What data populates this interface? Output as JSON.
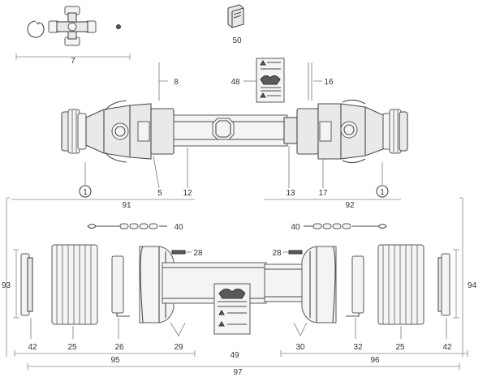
{
  "diagram": {
    "labels": {
      "cross_journal": "7",
      "manual": "50",
      "upper_guard_left": "8",
      "upper_guard_right": "16",
      "warning_decal": "48",
      "yoke_left": "5",
      "tube_outer": "12",
      "tube_inner": "13",
      "yoke_right": "17",
      "circled_left": "1",
      "circled_right": "1",
      "guard_half_left": "91",
      "guard_half_right": "92",
      "chain_left": "40",
      "chain_right": "40",
      "screw_left": "28",
      "screw_right": "28",
      "guard_height_left": "93",
      "guard_height_right": "94",
      "cone_ring_left": "42",
      "bellows_left": "25",
      "bearing_ring_left": "26",
      "cone_left": "29",
      "guard_tube_decal": "49",
      "cone_right": "30",
      "bearing_ring_right": "32",
      "bellows_right": "25",
      "cone_ring_right": "42",
      "guard_left_assy": "95",
      "guard_right_assy": "96",
      "guard_complete": "97"
    }
  }
}
